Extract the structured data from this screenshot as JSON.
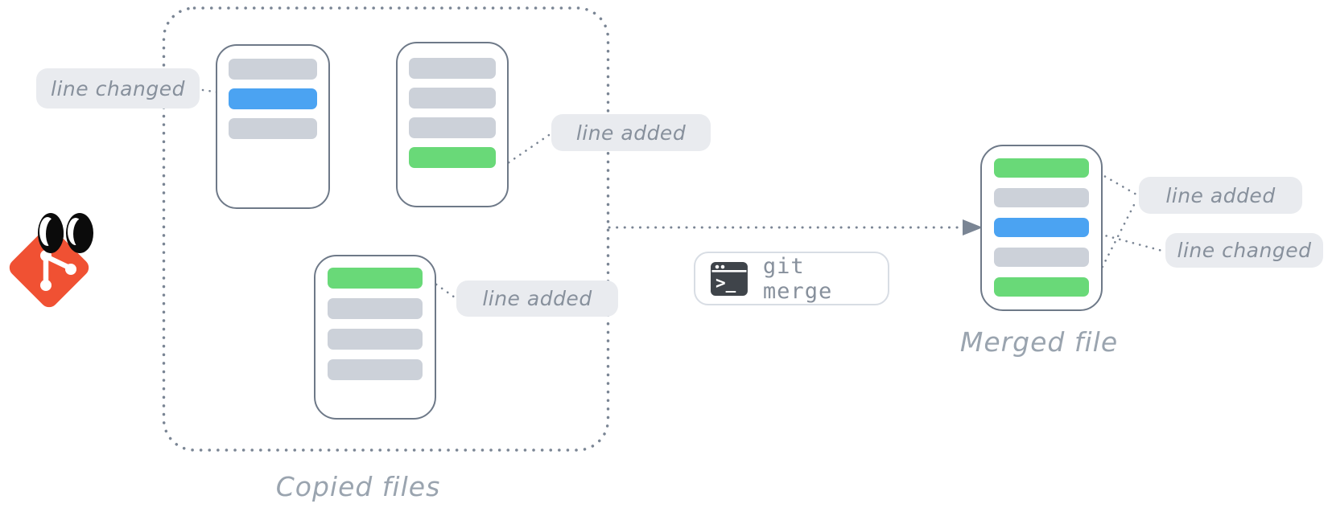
{
  "colors": {
    "gray": "#ccd1d9",
    "blue": "#4ba3f2",
    "green": "#69d978",
    "label_bg": "#e9ebef",
    "label_text": "#87909c",
    "caption_text": "#9aa4af",
    "connector": "#7a8594",
    "card_border": "#6e7988",
    "button_border": "#d8dde4",
    "terminal_bg": "#3f444a",
    "git_orange": "#f05133"
  },
  "logo": {
    "icon": "git-logo-with-googly-eyes"
  },
  "copied_files_group": {
    "caption": "Copied files",
    "files": [
      {
        "name": "copied-file-1",
        "lines": [
          "gray",
          "blue",
          "gray"
        ]
      },
      {
        "name": "copied-file-2",
        "lines": [
          "gray",
          "gray",
          "gray",
          "green"
        ]
      },
      {
        "name": "copied-file-3",
        "lines": [
          "green",
          "gray",
          "gray",
          "gray"
        ]
      }
    ]
  },
  "annotations": {
    "left_line_changed": "line changed",
    "top_line_added": "line added",
    "bottom_line_added": "line added",
    "right_line_added": "line added",
    "right_line_changed": "line changed"
  },
  "merge_command": {
    "label": "git merge",
    "icon": "terminal-icon",
    "prompt_glyph": ">_"
  },
  "merged_file": {
    "caption": "Merged file",
    "lines": [
      "green",
      "gray",
      "blue",
      "gray",
      "green"
    ]
  }
}
